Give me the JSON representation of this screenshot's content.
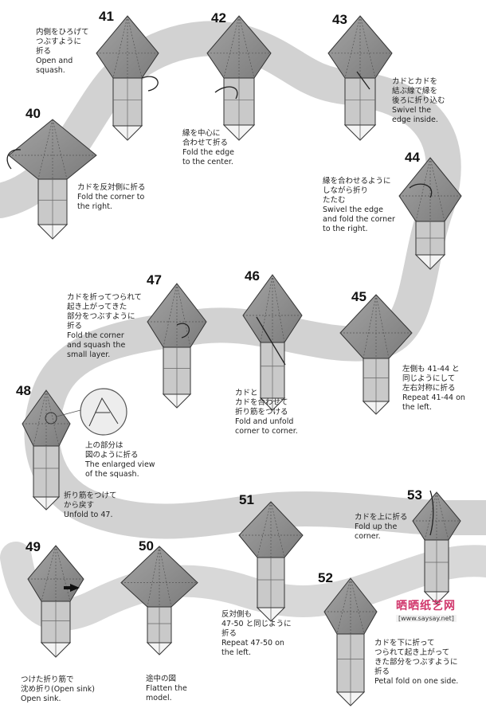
{
  "colors": {
    "paper": "#8f8f8f",
    "paper_light": "#c9c9c9",
    "path": "#d2d2d2",
    "line": "#333333",
    "watermark": "#d0346a"
  },
  "steps": [
    {
      "id": "40",
      "number": "40",
      "jp": "カドを反対側に折る",
      "en": "Fold the corner to\nthe right."
    },
    {
      "id": "41",
      "number": "41",
      "jp": "内側をひろげて\nつぶすように\n折る",
      "en": "Open and\nsquash."
    },
    {
      "id": "42",
      "number": "42",
      "jp": "縁を中心に\n合わせて折る",
      "en": "Fold the edge\nto the center."
    },
    {
      "id": "43",
      "number": "43",
      "jp": "カドとカドを\n結ぶ線で縁を\n後ろに折り込む",
      "en": "Swivel the\nedge inside."
    },
    {
      "id": "44",
      "number": "44",
      "jp": "縁を合わせるように\nしながら折り\nたたむ",
      "en": "Swivel the edge\nand fold the corner\nto the right."
    },
    {
      "id": "45",
      "number": "45",
      "jp": "左側も 41-44 と\n同じようにして\n左右対称に折る",
      "en": "Repeat 41-44 on\nthe left."
    },
    {
      "id": "46",
      "number": "46",
      "jp": "カドと\nカドを合わせて\n折り筋をつける",
      "en": "Fold and unfold\ncorner to corner."
    },
    {
      "id": "47",
      "number": "47",
      "jp": "カドを折ってつられて\n起き上がってきた\n部分をつぶすように\n折る",
      "en": "Fold the corner\nand squash the\nsmall layer."
    },
    {
      "id": "48",
      "number": "48",
      "jp": "上の部分は\n図のように折る",
      "en": "The enlarged view\nof the squash."
    },
    {
      "id": "48b",
      "number": "",
      "jp": "折り筋をつけて\nから戻す",
      "en": "Unfold to 47."
    },
    {
      "id": "49",
      "number": "49",
      "jp": "つけた折り筋で\n沈め折り(Open sink)",
      "en": "Open sink."
    },
    {
      "id": "50",
      "number": "50",
      "jp": "途中の図",
      "en": "Flatten the\nmodel."
    },
    {
      "id": "51",
      "number": "51",
      "jp": "反対側も\n47-50 と同じように\n折る",
      "en": "Repeat 47-50  on\nthe left."
    },
    {
      "id": "52",
      "number": "52",
      "jp": "カドを下に折って\nつられて起き上がって\nきた部分をつぶすように\n折る",
      "en": "Petal fold on one side."
    },
    {
      "id": "53",
      "number": "53",
      "jp": "カドを上に折る",
      "en": "Fold up the\ncorner."
    }
  ],
  "watermark": {
    "title": "晒晒纸艺网",
    "url": "[www.saysay.net]"
  }
}
